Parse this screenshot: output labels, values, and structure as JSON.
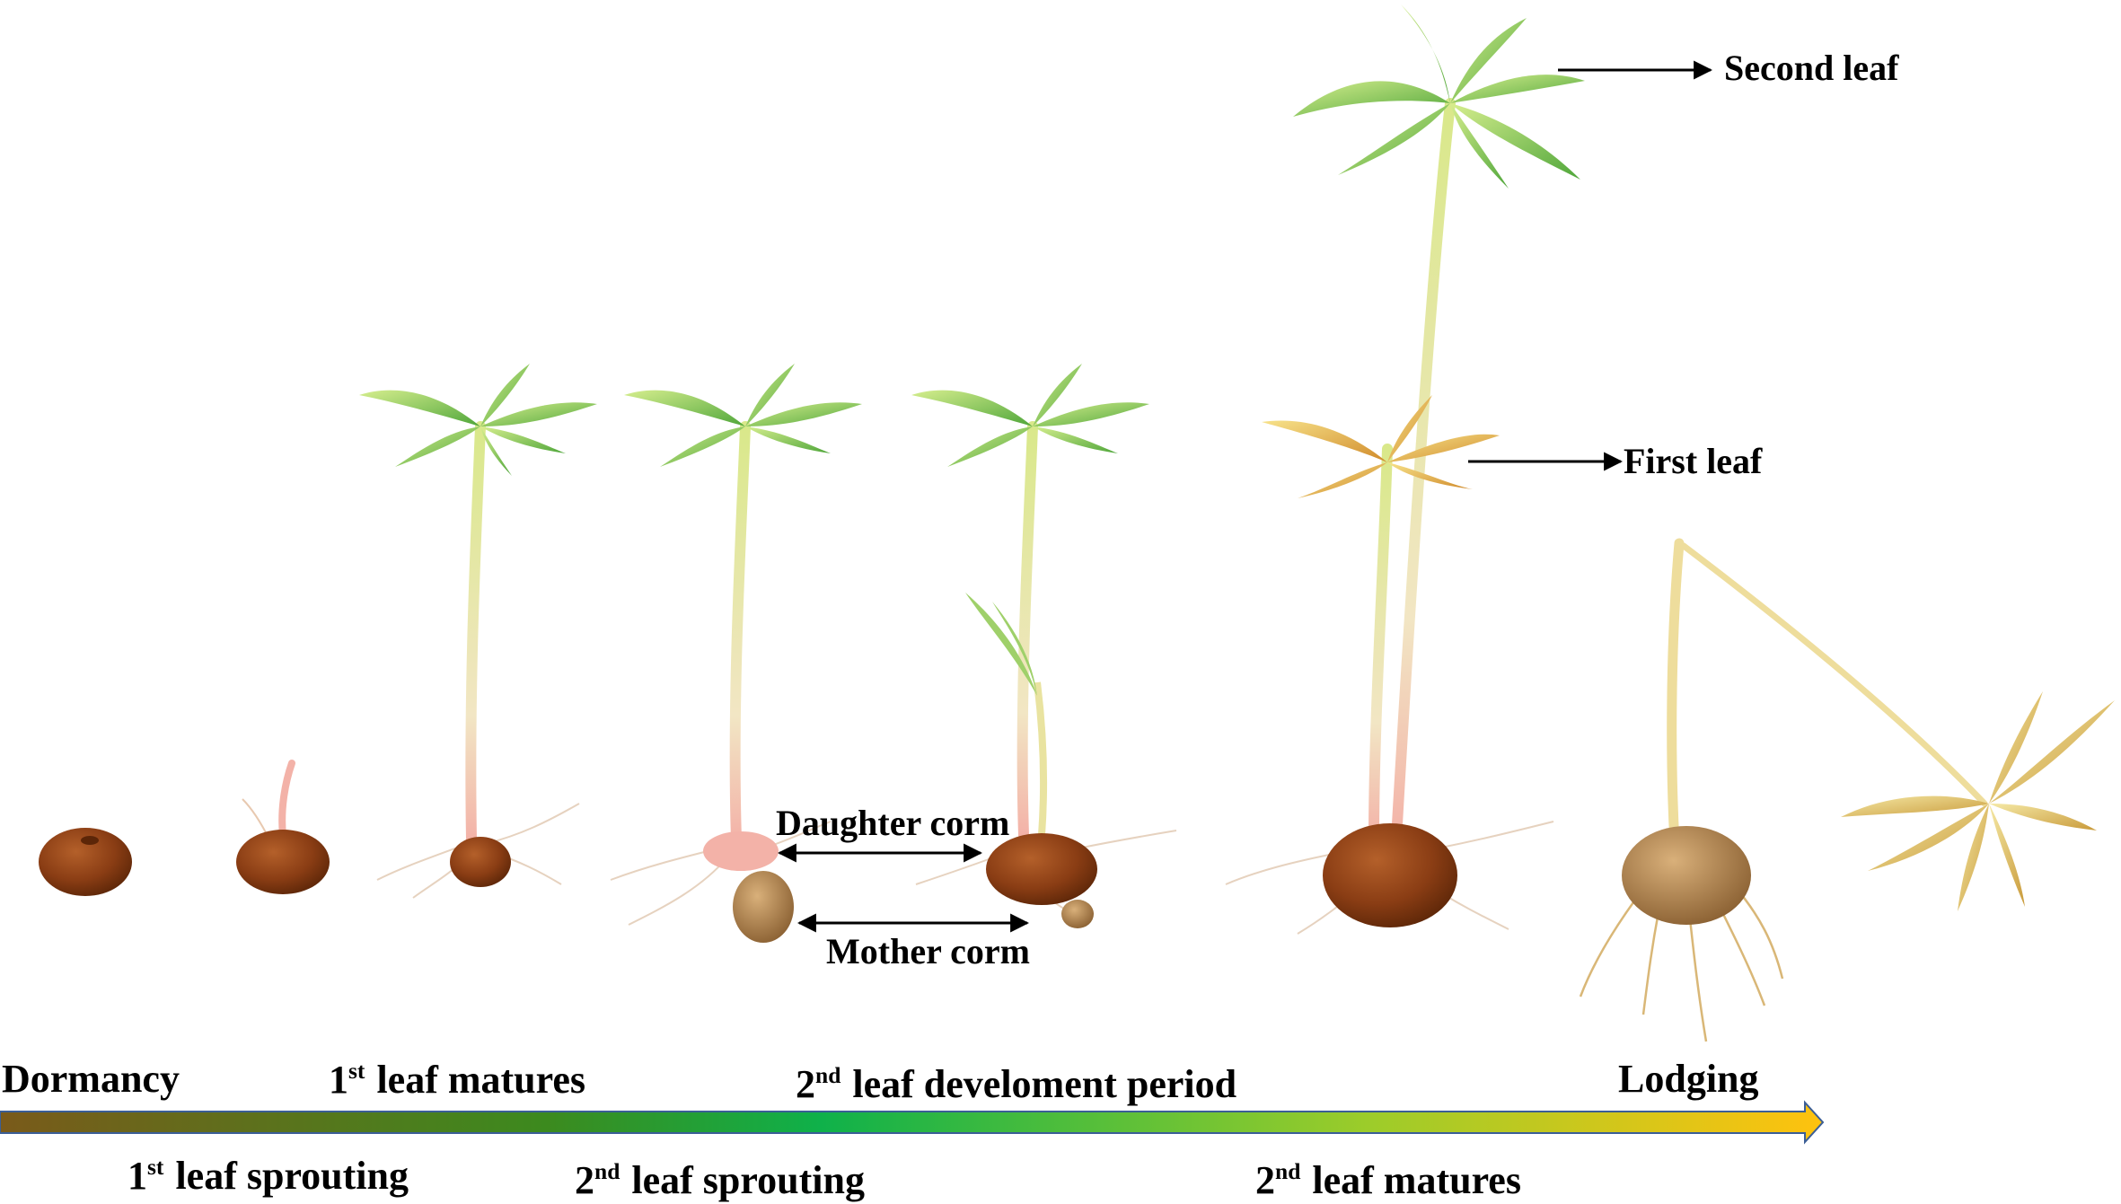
{
  "annotations": {
    "second_leaf": "Second leaf",
    "first_leaf": "First leaf",
    "daughter_corm": "Daughter corm",
    "mother_corm": "Mother corm"
  },
  "timeline": {
    "top": {
      "dormancy": "Dormancy",
      "leaf1_matures_sup": "st",
      "leaf1_matures_rest": " leaf matures",
      "leaf2_dev_sup": "nd",
      "leaf2_dev_rest": " leaf develoment period",
      "lodging": "Lodging"
    },
    "bottom": {
      "leaf1_sprouting_sup": "st",
      "leaf1_sprouting_rest": " leaf sprouting",
      "leaf2_sprouting_sup": "nd",
      "leaf2_sprouting_rest": " leaf sprouting",
      "leaf2_matures_sup": "nd",
      "leaf2_matures_rest": " leaf matures"
    },
    "gradient_colors": [
      "#7a5a1a",
      "#3c8a1e",
      "#0fb14a",
      "#9ccc2a",
      "#ffc20e"
    ]
  },
  "palette": {
    "corm_brown": "#8a3d14",
    "leaf_green": "#7cc242",
    "leaf_yellow": "#e8b13a",
    "stem": "#e9e3a0"
  }
}
